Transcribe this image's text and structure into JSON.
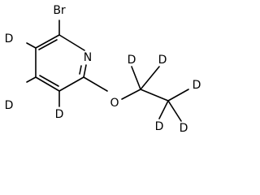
{
  "molecule": {
    "atoms": {
      "bromine": "Br",
      "nitrogen": "N",
      "oxygen": "O",
      "d_ring_3": "D",
      "d_ring_4": "D",
      "d_ring_5": "D",
      "d_ch2_a": "D",
      "d_ch2_b": "D",
      "d_ch3_a": "D",
      "d_ch3_b": "D",
      "d_ch3_c": "D"
    }
  }
}
